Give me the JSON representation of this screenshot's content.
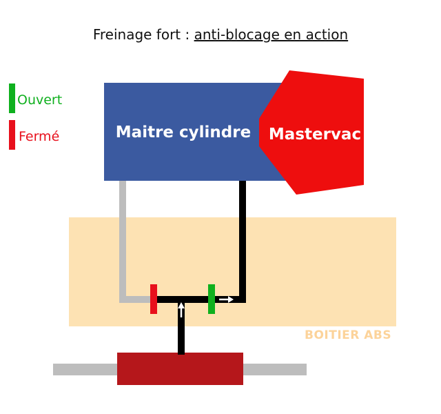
{
  "title": {
    "prefix": "Freinage fort : ",
    "underlined": "anti-blocage en action"
  },
  "legend": {
    "open": {
      "label": "Ouvert",
      "color": "#0fb01e"
    },
    "closed": {
      "label": "Fermé",
      "color": "#e8101c"
    }
  },
  "components": {
    "master_cylinder": {
      "label": "Maitre cylindre",
      "color": "#3b5aa0"
    },
    "mastervac": {
      "label": "Mastervac",
      "color": "#ee0e0e"
    },
    "abs_box": {
      "label": "BOITIER ABS",
      "color": "#fde2b3",
      "label_color": "#fcd39a"
    },
    "caliper": {
      "color": "#b5171b"
    }
  },
  "colors": {
    "pipe_active": "#000000",
    "pipe_inactive": "#bdbdbd",
    "arrow": "#ffffff"
  }
}
